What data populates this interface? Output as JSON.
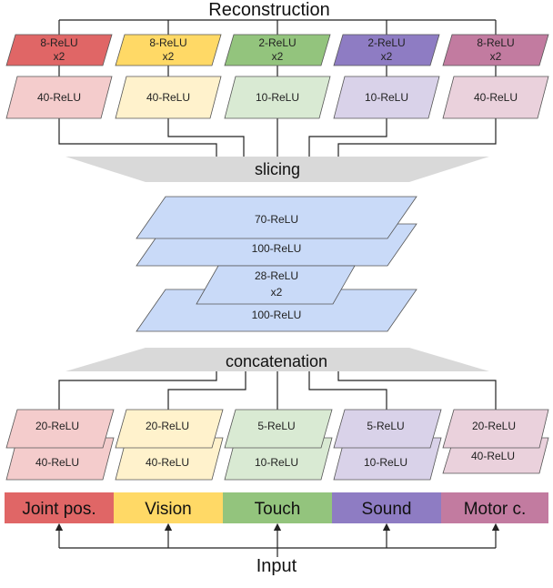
{
  "title_top": "Reconstruction",
  "title_bottom": "Input",
  "slicing_label": "slicing",
  "concat_label": "concatenation",
  "colors": {
    "red": "#e06666",
    "red_light": "#f4cccc",
    "yellow": "#ffd966",
    "yellow_light": "#fff2cc",
    "green": "#93c47d",
    "green_light": "#d9ead3",
    "purple": "#8e7cc3",
    "purple_light": "#d9d2e9",
    "pink": "#c27ba0",
    "pink_light": "#ead1dc",
    "blue": "#c9daf8",
    "gray": "#d9d9d9"
  },
  "decoder": {
    "top": [
      {
        "line1": "8-ReLU",
        "line2": "x2"
      },
      {
        "line1": "8-ReLU",
        "line2": "x2"
      },
      {
        "line1": "2-ReLU",
        "line2": "x2"
      },
      {
        "line1": "2-ReLU",
        "line2": "x2"
      },
      {
        "line1": "8-ReLU",
        "line2": "x2"
      }
    ],
    "mid": [
      "40-ReLU",
      "40-ReLU",
      "10-ReLU",
      "10-ReLU",
      "40-ReLU"
    ]
  },
  "shared": {
    "l1": "70-ReLU",
    "l2": "100-ReLU",
    "l3_line1": "28-ReLU",
    "l3_line2": "x2",
    "l4": "100-ReLU"
  },
  "encoder": {
    "top": [
      "20-ReLU",
      "20-ReLU",
      "5-ReLU",
      "5-ReLU",
      "20-ReLU"
    ],
    "bottom": [
      "40-ReLU",
      "40-ReLU",
      "10-ReLU",
      "10-ReLU",
      "40-ReLU"
    ]
  },
  "inputs": [
    "Joint pos.",
    "Vision",
    "Touch",
    "Sound",
    "Motor c."
  ]
}
